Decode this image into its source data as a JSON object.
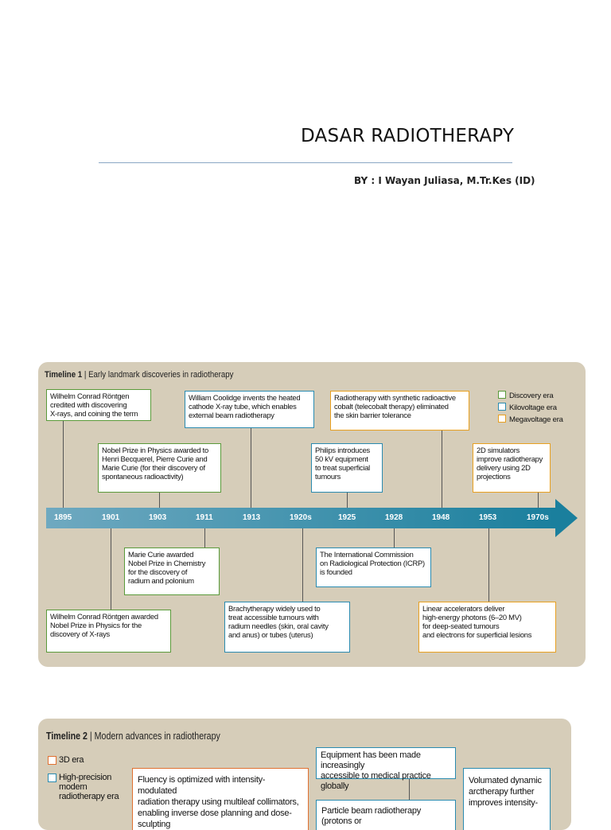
{
  "header": {
    "title": "DASAR RADIOTHERAPY",
    "author": "BY : I Wayan Juliasa, M.Tr.Kes (ID)"
  },
  "timeline1": {
    "label": "Timeline 1",
    "subtitle": " | Early landmark discoveries in radiotherapy",
    "legend": [
      {
        "label": "Discovery era",
        "color": "#5a9a3a"
      },
      {
        "label": "Kilovoltage era",
        "color": "#2a8bb0"
      },
      {
        "label": "Megavoltage era",
        "color": "#e8a020"
      }
    ],
    "years": [
      "1895",
      "1901",
      "1903",
      "1911",
      "1913",
      "1920s",
      "1925",
      "1928",
      "1948",
      "1953",
      "1970s"
    ],
    "top_events": [
      "Wilhelm Conrad Röntgen\ncredited with discovering\nX-rays, and coining the term",
      "Nobel Prize in Physics awarded to\nHenri Becquerel, Pierre Curie and\nMarie Curie (for their discovery of\nspontaneous radioactivity)",
      "William Coolidge invents the heated\ncathode X-ray tube, which enables\nexternal beam radiotherapy",
      "Philips introduces\n50 kV equipment\nto treat superficial\ntumours",
      "Radiotherapy with synthetic radioactive\ncobalt (telecobalt therapy) eliminated\nthe skin barrier tolerance",
      "2D simulators\nimprove radiotherapy\ndelivery using 2D\nprojections"
    ],
    "bottom_events": [
      "Marie Curie awarded\nNobel Prize in Chemistry\nfor the discovery of\nradium and polonium",
      "The International Commission\non Radiological Protection (ICRP)\nis founded",
      "Wilhelm Conrad Röntgen awarded\nNobel Prize in Physics for the\ndiscovery of X-rays",
      "Brachytherapy widely used to\ntreat accessible tumours with\nradium needles (skin, oral cavity\nand anus) or tubes (uterus)",
      "Linear accelerators deliver\nhigh-energy photons (6–20 MV)\nfor deep-seated tumours\nand electrons for superficial lesions"
    ]
  },
  "timeline2": {
    "label": "Timeline 2",
    "subtitle": " | Modern advances in radiotherapy",
    "legend": [
      {
        "label": "3D era",
        "color": "#e07030"
      },
      {
        "label": "High-precision\nmodern\nradiotherapy era",
        "color": "#2a8bb0"
      }
    ],
    "events": [
      "Equipment has been made increasingly\naccessible to medical practice globally",
      "Fluency is optimized with intensity-modulated\nradiation therapy using multileaf collimators,\nenabling inverse dose planning and dose-sculpting",
      "Particle beam radiotherapy (protons or",
      "Volumated dynamic\narctherapy further\nimproves intensity-"
    ]
  }
}
